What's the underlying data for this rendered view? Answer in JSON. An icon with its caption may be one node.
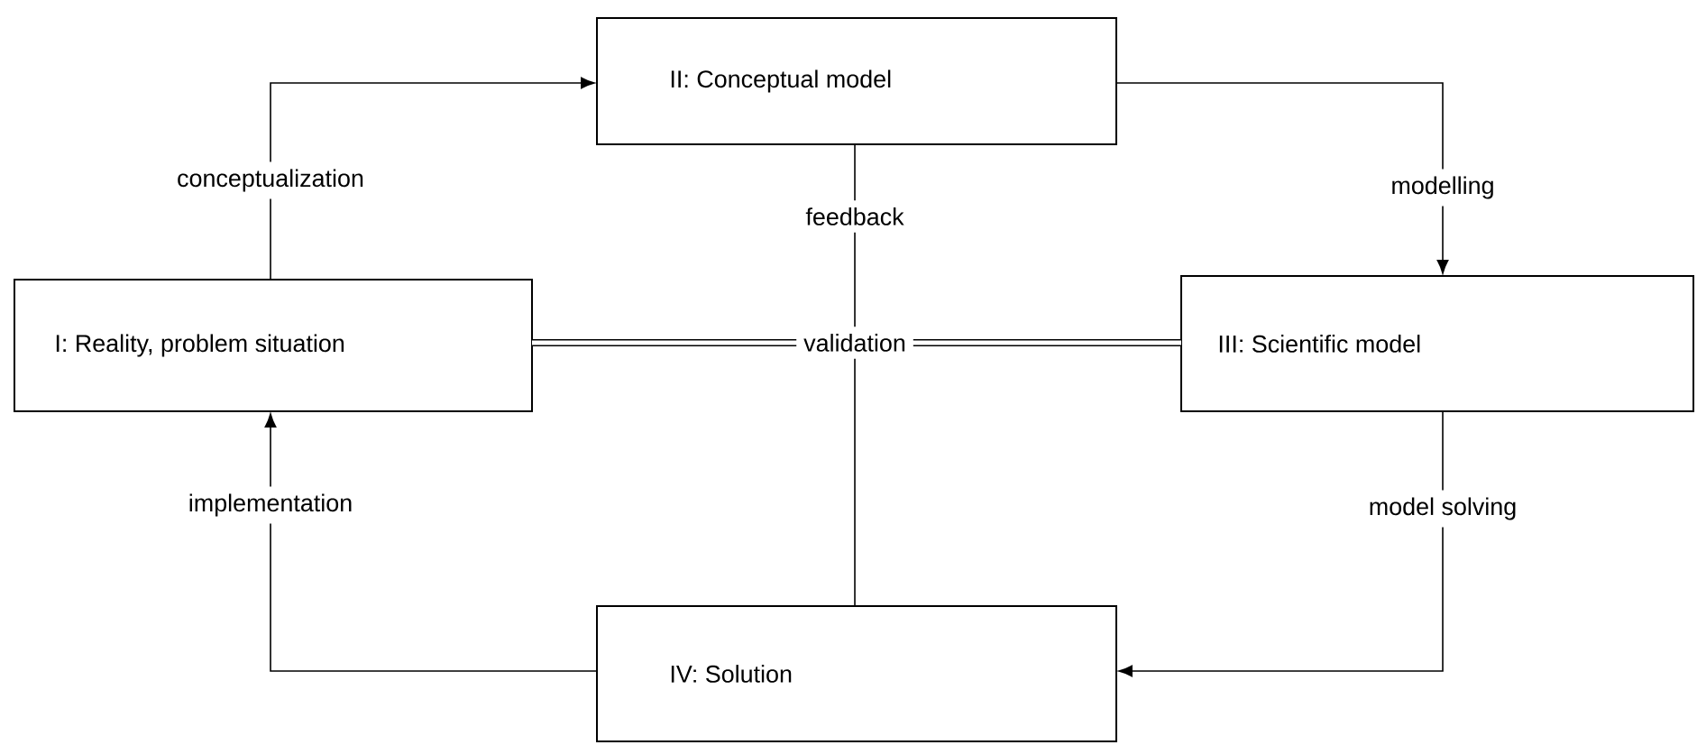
{
  "diagram": {
    "nodes": [
      {
        "text": [
          "I: Reality, problem situation"
        ]
      },
      {
        "text": [
          "II: Conceptual model"
        ]
      },
      {
        "text": [
          "III: Scientific model"
        ]
      },
      {
        "text": [
          "IV: Solution"
        ]
      }
    ],
    "edges": [
      {
        "from": 0,
        "to": 1,
        "arrow": "to",
        "label": "conceptualization"
      },
      {
        "from": 1,
        "to": 2,
        "arrow": "to",
        "label": "modelling"
      },
      {
        "from": 2,
        "to": 3,
        "arrow": "to",
        "label": "model solving"
      },
      {
        "from": 3,
        "to": 0,
        "arrow": "to",
        "label": "implementation"
      },
      {
        "from": 1,
        "to": 3,
        "arrow": "none",
        "label": "feedback"
      },
      {
        "from": 0,
        "to": 2,
        "arrow": "none",
        "label": "validation",
        "style": "thick"
      }
    ]
  }
}
